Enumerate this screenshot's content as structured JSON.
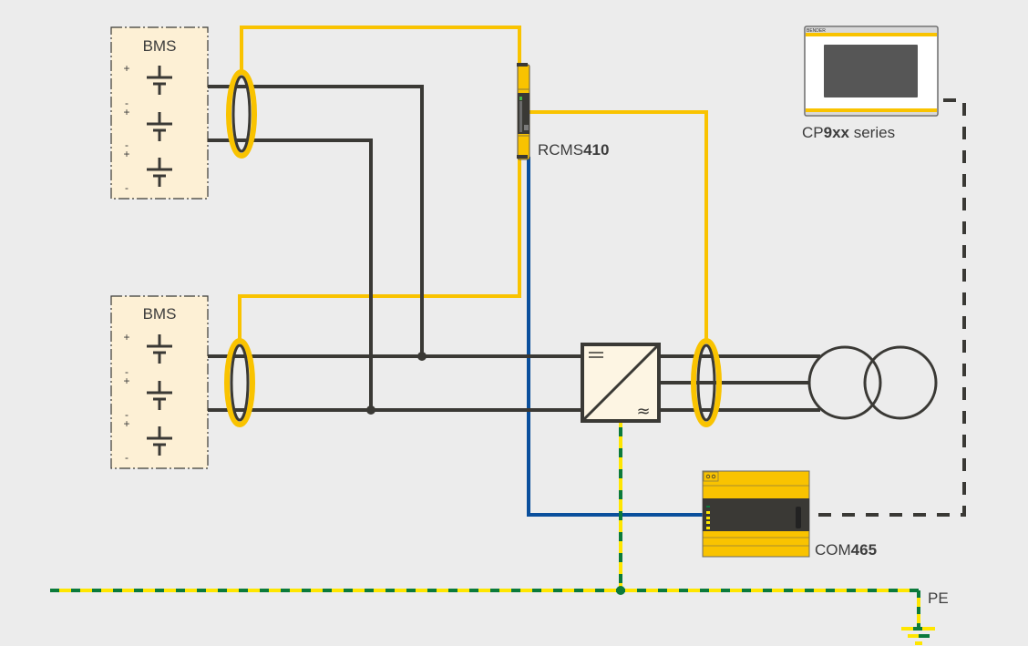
{
  "diagram": {
    "title": "Battery storage residual current monitoring",
    "colors": {
      "background": "#ececec",
      "wire": "#3a3935",
      "measuring_line": "#f9c300",
      "bus_line": "#0a4f9c",
      "pe_green": "#0b7a3b",
      "pe_yellow": "#ffe600",
      "bms_fill": "#fdf0d5",
      "device_yellow": "#f9c300",
      "device_dark": "#3a3935"
    },
    "bms_units": [
      {
        "label": "BMS",
        "cells": [
          {
            "plus": "+",
            "minus": "-"
          },
          {
            "plus": "+",
            "minus": "-"
          },
          {
            "plus": "+",
            "minus": "-"
          }
        ]
      },
      {
        "label": "BMS",
        "cells": [
          {
            "plus": "+",
            "minus": "-"
          },
          {
            "plus": "+",
            "minus": "-"
          },
          {
            "plus": "+",
            "minus": "-"
          }
        ]
      }
    ],
    "devices": {
      "rcms": {
        "prefix": "RCMS",
        "model": "410"
      },
      "com": {
        "prefix": "COM",
        "model": "465"
      },
      "cp": {
        "prefix": "CP",
        "model": "9xx",
        "suffix": " series",
        "brand_text": "BENDER"
      }
    },
    "inverter": {
      "dc_symbol": "=",
      "ac_symbol": "≈"
    },
    "pe": {
      "label": "PE"
    }
  }
}
